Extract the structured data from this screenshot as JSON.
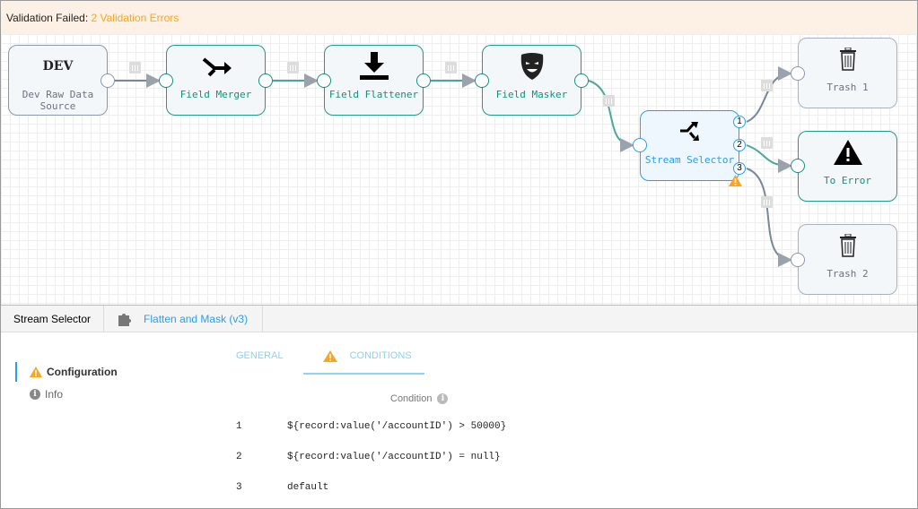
{
  "banner": {
    "prefix": "Validation Failed: ",
    "errors": "2 Validation Errors"
  },
  "nodes": {
    "dev": {
      "title": "DEV",
      "label": "Dev Raw Data Source"
    },
    "merger": {
      "label": "Field Merger",
      "icon": "merge-icon"
    },
    "flattener": {
      "label": "Field Flattener",
      "icon": "download-icon"
    },
    "masker": {
      "label": "Field Masker",
      "icon": "mask-icon"
    },
    "selector": {
      "label": "Stream Selector",
      "icon": "shuffle-icon",
      "outputs": [
        "1",
        "2",
        "3"
      ]
    },
    "trash1": {
      "label": "Trash 1",
      "icon": "trash-icon"
    },
    "toerror": {
      "label": "To Error",
      "icon": "warning-icon"
    },
    "trash2": {
      "label": "Trash 2",
      "icon": "trash-icon"
    }
  },
  "colors": {
    "accent": "#2a9ee8",
    "teal": "#148f7d",
    "warning": "#f5a623"
  },
  "tabs": {
    "stage": "Stream Selector",
    "pipeline": "Flatten and Mask (v3)"
  },
  "sidebar": {
    "configuration": "Configuration",
    "info": "Info"
  },
  "config_tabs": {
    "general": "GENERAL",
    "conditions": "CONDITIONS"
  },
  "conditions": {
    "header": "Condition",
    "rows": [
      {
        "n": "1",
        "expr": "${record:value('/accountID') > 50000}"
      },
      {
        "n": "2",
        "expr": "${record:value('/accountID') = null}"
      },
      {
        "n": "3",
        "expr": "default"
      }
    ]
  }
}
